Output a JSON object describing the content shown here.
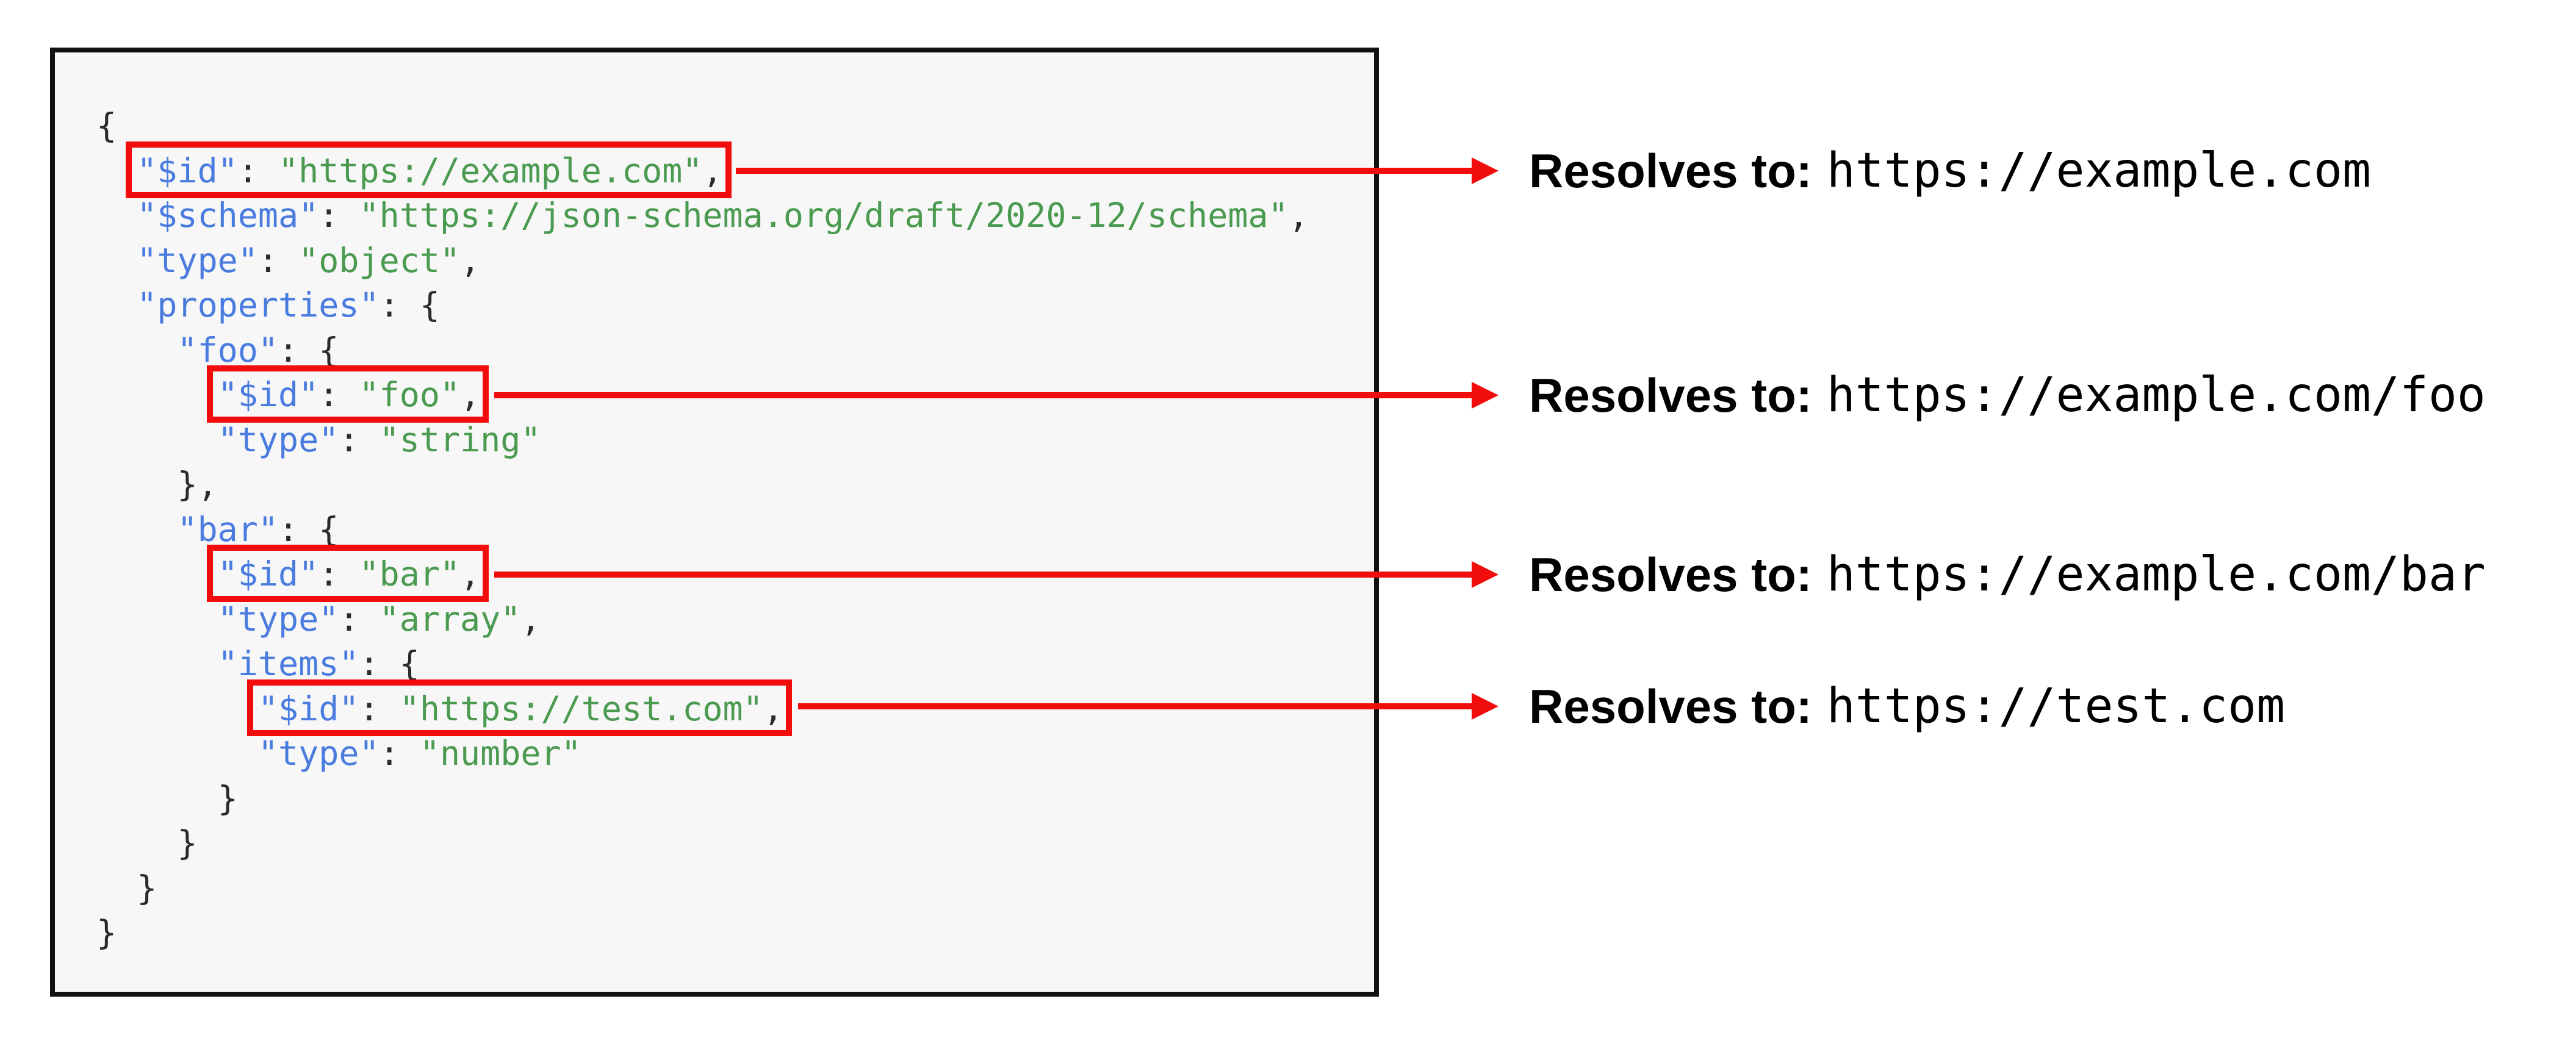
{
  "code_panel": {
    "lines": [
      {
        "indent": 0,
        "segments": [
          {
            "type": "punc",
            "text": "{"
          }
        ]
      },
      {
        "indent": 2,
        "highlight": 0,
        "segments": [
          {
            "type": "key",
            "text": "\"$id\""
          },
          {
            "type": "punc",
            "text": ": "
          },
          {
            "type": "str",
            "text": "\"https://example.com\""
          },
          {
            "type": "punc",
            "text": ","
          }
        ]
      },
      {
        "indent": 2,
        "segments": [
          {
            "type": "key",
            "text": "\"$schema\""
          },
          {
            "type": "punc",
            "text": ": "
          },
          {
            "type": "str",
            "text": "\"https://json-schema.org/draft/2020-12/schema\""
          },
          {
            "type": "punc",
            "text": ","
          }
        ]
      },
      {
        "indent": 2,
        "segments": [
          {
            "type": "key",
            "text": "\"type\""
          },
          {
            "type": "punc",
            "text": ": "
          },
          {
            "type": "str",
            "text": "\"object\""
          },
          {
            "type": "punc",
            "text": ","
          }
        ]
      },
      {
        "indent": 2,
        "segments": [
          {
            "type": "key",
            "text": "\"properties\""
          },
          {
            "type": "punc",
            "text": ": {"
          }
        ]
      },
      {
        "indent": 4,
        "segments": [
          {
            "type": "key",
            "text": "\"foo\""
          },
          {
            "type": "punc",
            "text": ": {"
          }
        ]
      },
      {
        "indent": 6,
        "highlight": 1,
        "segments": [
          {
            "type": "key",
            "text": "\"$id\""
          },
          {
            "type": "punc",
            "text": ": "
          },
          {
            "type": "str",
            "text": "\"foo\""
          },
          {
            "type": "punc",
            "text": ","
          }
        ]
      },
      {
        "indent": 6,
        "segments": [
          {
            "type": "key",
            "text": "\"type\""
          },
          {
            "type": "punc",
            "text": ": "
          },
          {
            "type": "str",
            "text": "\"string\""
          }
        ]
      },
      {
        "indent": 4,
        "segments": [
          {
            "type": "punc",
            "text": "},"
          }
        ]
      },
      {
        "indent": 4,
        "segments": [
          {
            "type": "key",
            "text": "\"bar\""
          },
          {
            "type": "punc",
            "text": ": {"
          }
        ]
      },
      {
        "indent": 6,
        "highlight": 2,
        "segments": [
          {
            "type": "key",
            "text": "\"$id\""
          },
          {
            "type": "punc",
            "text": ": "
          },
          {
            "type": "str",
            "text": "\"bar\""
          },
          {
            "type": "punc",
            "text": ","
          }
        ]
      },
      {
        "indent": 6,
        "segments": [
          {
            "type": "key",
            "text": "\"type\""
          },
          {
            "type": "punc",
            "text": ": "
          },
          {
            "type": "str",
            "text": "\"array\""
          },
          {
            "type": "punc",
            "text": ","
          }
        ]
      },
      {
        "indent": 6,
        "segments": [
          {
            "type": "key",
            "text": "\"items\""
          },
          {
            "type": "punc",
            "text": ": {"
          }
        ]
      },
      {
        "indent": 8,
        "highlight": 3,
        "segments": [
          {
            "type": "key",
            "text": "\"$id\""
          },
          {
            "type": "punc",
            "text": ": "
          },
          {
            "type": "str",
            "text": "\"https://test.com\""
          },
          {
            "type": "punc",
            "text": ","
          }
        ]
      },
      {
        "indent": 8,
        "segments": [
          {
            "type": "key",
            "text": "\"type\""
          },
          {
            "type": "punc",
            "text": ": "
          },
          {
            "type": "str",
            "text": "\"number\""
          }
        ]
      },
      {
        "indent": 6,
        "segments": [
          {
            "type": "punc",
            "text": "}"
          }
        ]
      },
      {
        "indent": 4,
        "segments": [
          {
            "type": "punc",
            "text": "}"
          }
        ]
      },
      {
        "indent": 2,
        "segments": [
          {
            "type": "punc",
            "text": "}"
          }
        ]
      },
      {
        "indent": 0,
        "segments": [
          {
            "type": "punc",
            "text": "}"
          }
        ]
      }
    ]
  },
  "annotations": [
    {
      "prefix": "Resolves to:",
      "url": "https://example.com"
    },
    {
      "prefix": "Resolves to:",
      "url": "https://example.com/foo"
    },
    {
      "prefix": "Resolves to:",
      "url": "https://example.com/bar"
    },
    {
      "prefix": "Resolves to:",
      "url": "https://test.com"
    }
  ],
  "colors": {
    "highlight_red": "#f20d0d",
    "key_blue": "#4a7ce0",
    "string_green": "#4a9a50",
    "punctuation_dark": "#2b2b2b",
    "panel_background": "#f7f7f7",
    "panel_border": "#111111",
    "label_text": "#000000"
  }
}
